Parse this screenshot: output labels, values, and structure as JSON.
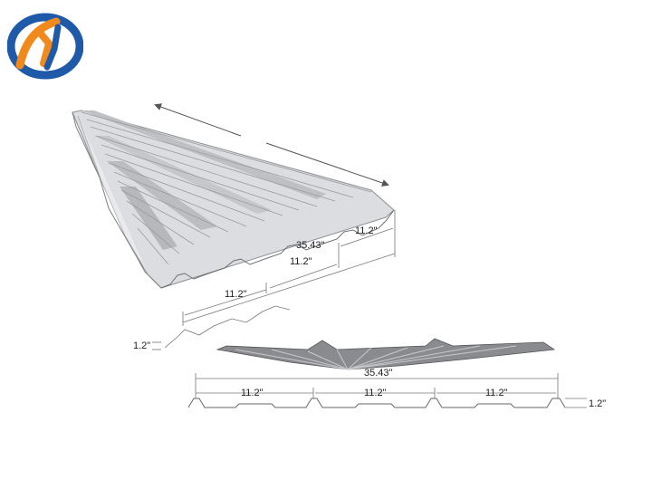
{
  "colors": {
    "logo_blue": "#1f5aa8",
    "logo_orange": "#f08a1c",
    "sheet_fill": "#d9dadc",
    "sheet_dark": "#8a8b8e",
    "end_view_fill": "#7f8083",
    "line": "#555555"
  },
  "icons": {
    "logo": "company-logo"
  },
  "perspective_view": {
    "cover_width": "35.43\"",
    "pitch_labels": [
      "11.2\"",
      "11.2\"",
      "11.2\""
    ],
    "rib_height": "1.2\""
  },
  "profile_view": {
    "cover_width": "35.43\"",
    "pitch_labels": [
      "11.2\"",
      "11.2\"",
      "11.2\""
    ],
    "rib_height": "1.2\""
  }
}
